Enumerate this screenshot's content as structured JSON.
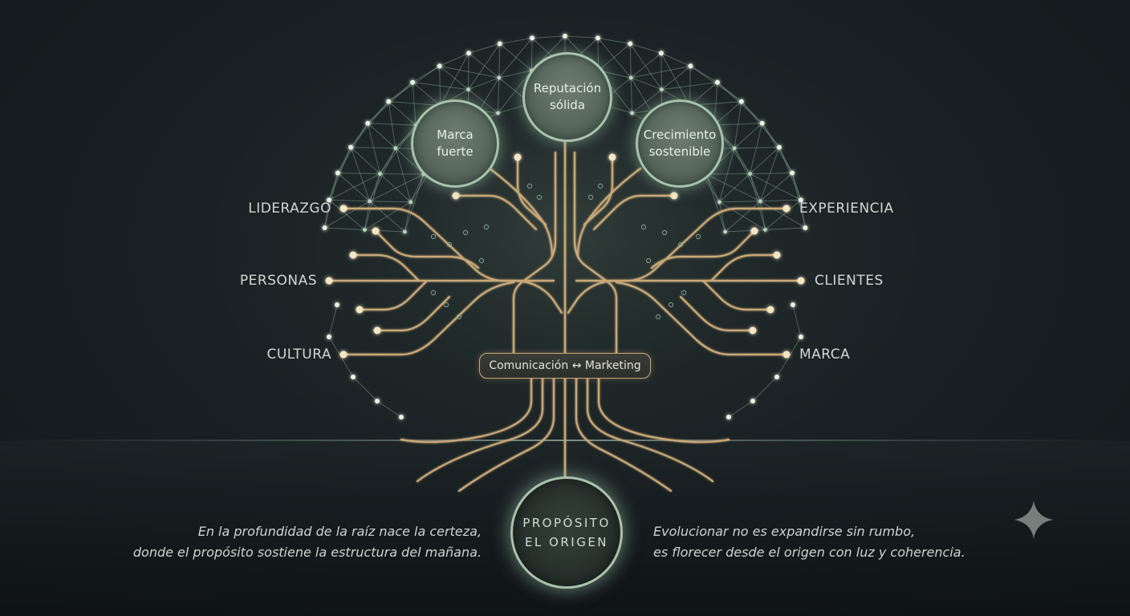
{
  "diagram": {
    "top_circles": [
      {
        "line1": "Marca",
        "line2": "fuerte"
      },
      {
        "line1": "Reputación",
        "line2": "sólida"
      },
      {
        "line1": "Crecimiento",
        "line2": "sostenible"
      }
    ],
    "left_branches": [
      "LIDERAZGO",
      "PERSONAS",
      "CULTURA"
    ],
    "right_branches": [
      "EXPERIENCIA",
      "CLIENTES",
      "MARCA"
    ],
    "trunk_label": "Comunicación ↔ Marketing",
    "root": {
      "line1": "PROPÓSITO",
      "line2": "EL ORIGEN"
    },
    "quote_left": {
      "line1": "En la profundidad de la raíz nace la certeza,",
      "line2": "donde el propósito sostiene la estructura del mañana."
    },
    "quote_right": {
      "line1": "Evolucionar no es expandirse sin rumbo,",
      "line2": "es florecer desde el origen con luz y coherencia."
    }
  },
  "colors": {
    "circuit_gold": "#c9a877",
    "node_green": "#a9c2ae",
    "glow": "#f4e6c4"
  },
  "icons": {
    "corner": "sparkle-icon"
  }
}
